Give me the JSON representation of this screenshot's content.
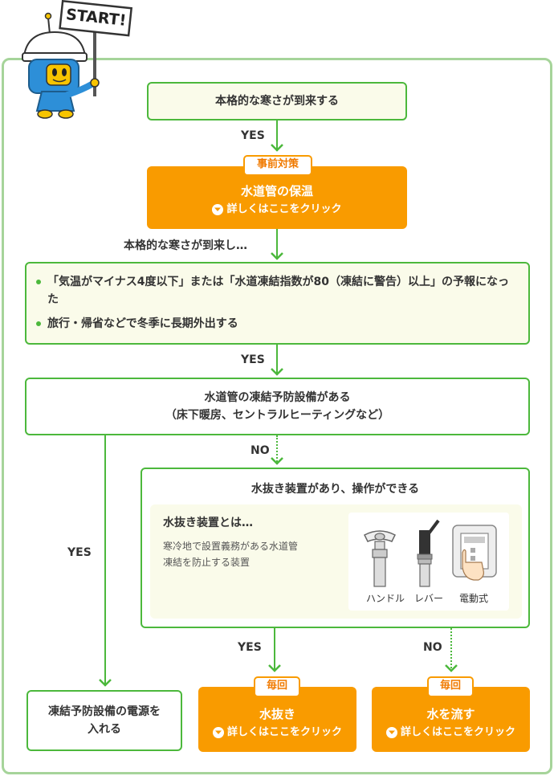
{
  "start_sign": "START!",
  "steps": {
    "cold_arrives": "本格的な寒さが到来する",
    "yes_1": "YES",
    "pre_tag": "事前対策",
    "insulation_title": "水道管の保温",
    "insulation_link": "詳しくはここをクリック",
    "cold_arrived": "本格的な寒さが到来し…",
    "conditions": [
      "「気温がマイナス4度以下」または「水道凍結指数が80（凍結に警告）以上」の予報になった",
      "旅行・帰省などで冬季に長期外出する"
    ],
    "yes_2": "YES",
    "antifreeze_line1": "水道管の凍結予防設備がある",
    "antifreeze_line2": "（床下暖房、セントラルヒーティングなど）",
    "no_1": "NO",
    "yes_left": "YES",
    "drain_question": "水抜き装置があり、操作ができる",
    "drain_info_title": "水抜き装置とは…",
    "drain_info_desc_1": "寒冷地で設置義務がある水道管",
    "drain_info_desc_2": "凍結を防止する装置",
    "device_handle": "ハンドル",
    "device_lever": "レバー",
    "device_electric": "電動式",
    "yes_3": "YES",
    "no_2": "NO",
    "power_on_1": "凍結予防設備の電源を",
    "power_on_2": "入れる",
    "every_tag_1": "毎回",
    "drain_title": "水抜き",
    "drain_link": "詳しくはここをクリック",
    "every_tag_2": "毎回",
    "flow_title": "水を流す",
    "flow_link": "詳しくはここをクリック"
  },
  "colors": {
    "green": "#4cb83c",
    "orange": "#f99b00",
    "pale": "#fafbea",
    "frame": "#a6d49a"
  }
}
